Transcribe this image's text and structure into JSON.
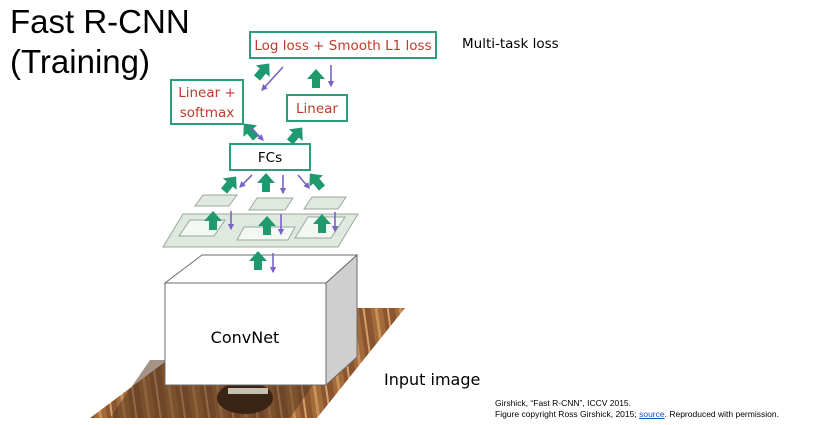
{
  "title": {
    "line1": "Fast R-CNN",
    "line2": "(Training)"
  },
  "diagram": {
    "loss_box": "Log loss + Smooth L1 loss",
    "multitask_label": "Multi-task loss",
    "linear_softmax_line1": "Linear +",
    "linear_softmax_line2": "softmax",
    "linear_box": "Linear",
    "fcs_box": "FCs",
    "convnet_label": "ConvNet",
    "input_label": "Input image"
  },
  "credit": {
    "line1": "Girshick, “Fast R-CNN”, ICCV 2015.",
    "line2_prefix": "Figure copyright Ross Girshick, 2015; ",
    "source_link": "source",
    "line2_suffix": ". Reproduced with permission."
  },
  "colors": {
    "box_border": "#2a9d7a",
    "box_text": "#c0392b",
    "forward_arrow": "#1f9a6e",
    "backward_arrow": "#7b62c9",
    "feature_plane": "#dfe9df"
  }
}
